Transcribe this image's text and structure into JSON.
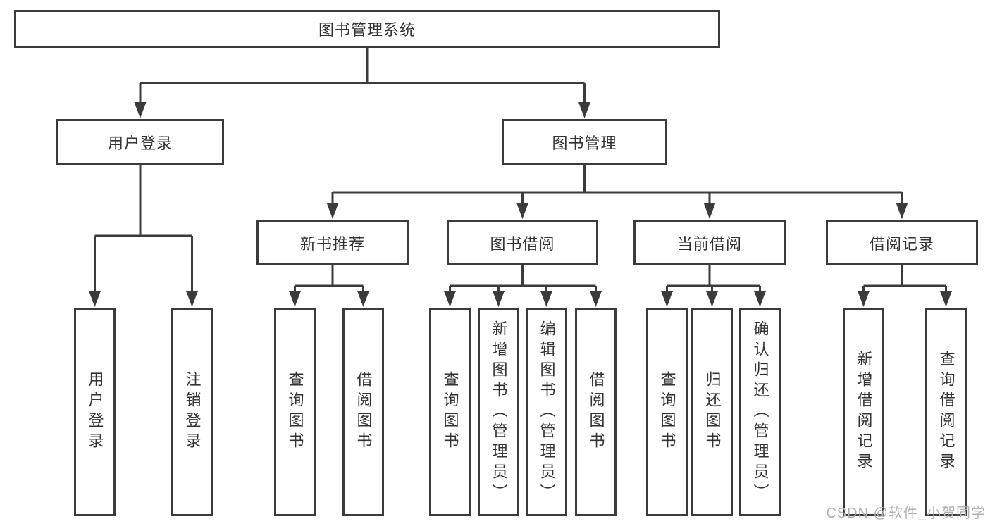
{
  "colors": {
    "line_color": "#3b3b3b",
    "text_color": "#333333",
    "watermark_color": "#b0b0b0",
    "background_color": "#ffffff"
  },
  "diagram": {
    "root": {
      "label": "图书管理系统"
    },
    "branches": [
      {
        "label": "用户登录",
        "children": [
          {
            "label": "用户登录"
          },
          {
            "label": "注销登录"
          }
        ]
      },
      {
        "label": "图书管理",
        "children": [
          {
            "label": "新书推荐",
            "children": [
              {
                "label": "查询图书"
              },
              {
                "label": "借阅图书"
              }
            ]
          },
          {
            "label": "图书借阅",
            "children": [
              {
                "label": "查询图书"
              },
              {
                "label": "新增图书（管理员）"
              },
              {
                "label": "编辑图书（管理员）"
              },
              {
                "label": "借阅图书"
              }
            ]
          },
          {
            "label": "当前借阅",
            "children": [
              {
                "label": "查询图书"
              },
              {
                "label": "归还图书"
              },
              {
                "label": "确认归还（管理员）"
              }
            ]
          },
          {
            "label": "借阅记录",
            "children": [
              {
                "label": "新增借阅记录"
              },
              {
                "label": "查询借阅记录"
              }
            ]
          }
        ]
      }
    ]
  },
  "watermark": {
    "text": "CSDN @软件_小贺同学"
  }
}
